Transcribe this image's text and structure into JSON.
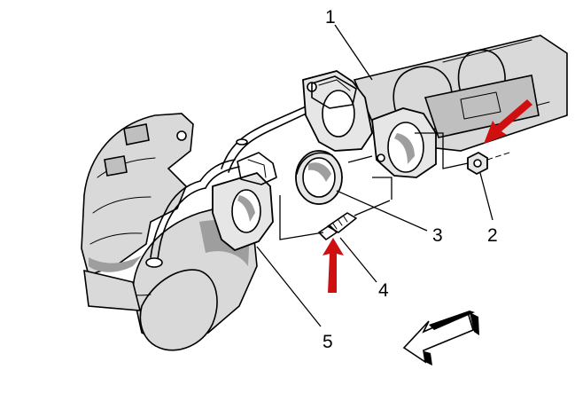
{
  "callouts": {
    "c1": "1",
    "c2": "2",
    "c3": "3",
    "c4": "4",
    "c5": "5"
  },
  "colors": {
    "indicator_arrow": "#d01010",
    "line": "#000000",
    "fill_light": "#d9d9d9",
    "fill_dark": "#9e9e9e"
  },
  "icons": {
    "front_direction": "direction-arrow-icon",
    "indicator": "red-indicator-arrow-icon"
  }
}
